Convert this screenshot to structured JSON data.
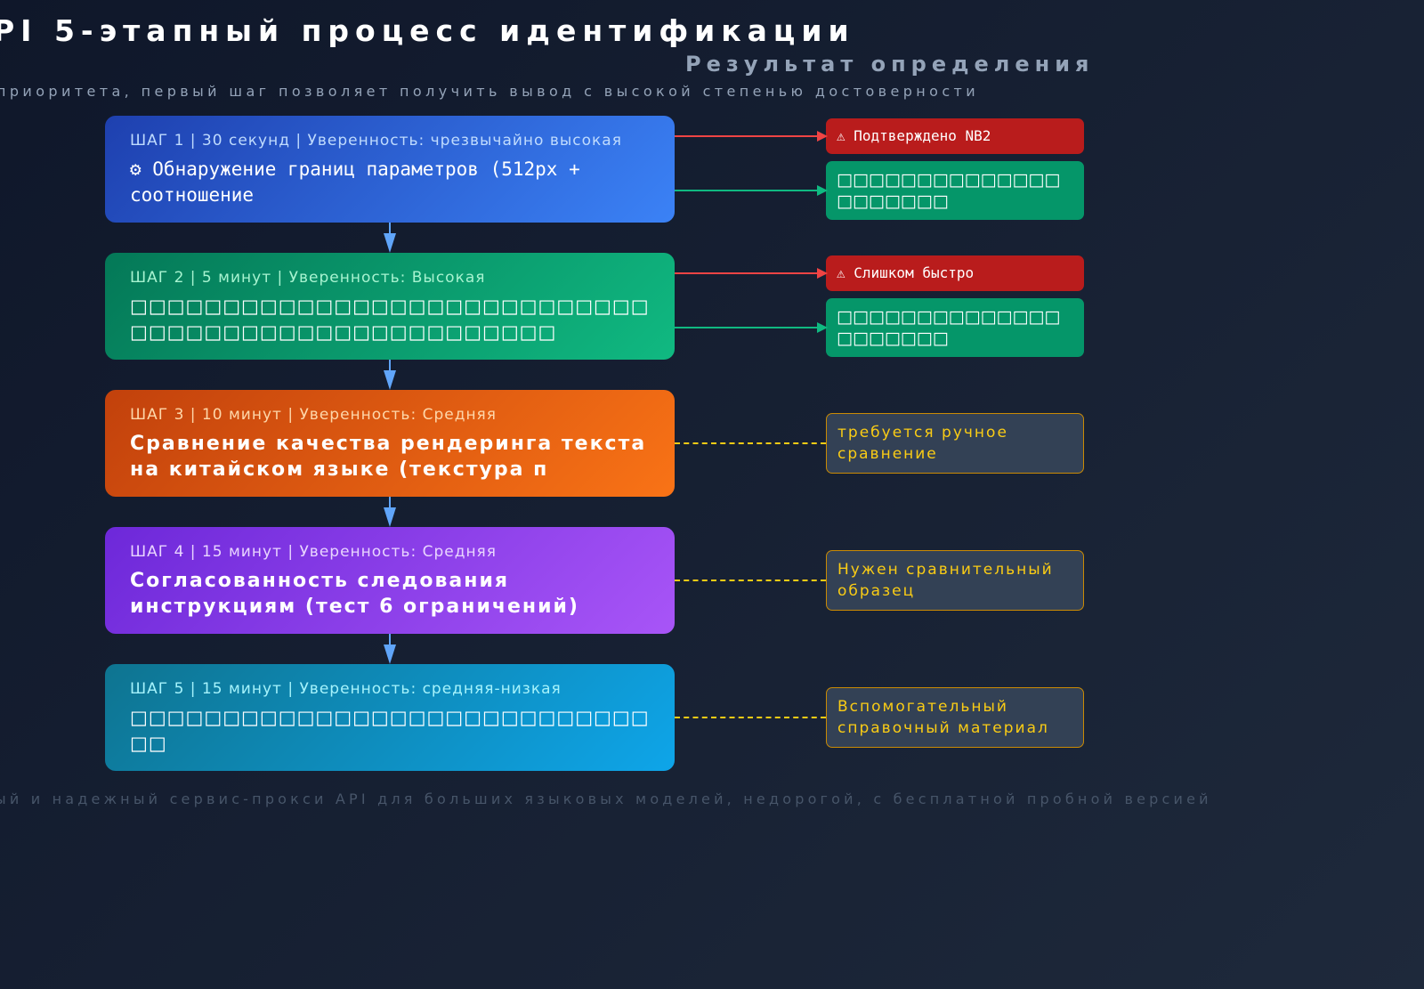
{
  "header": {
    "title": "PI 5-этапный процесс идентификации",
    "title_overlay": "Результат определения",
    "subtitle": "приоритета, первый шаг позволяет получить вывод с высокой степенью достоверности"
  },
  "steps": [
    {
      "meta": "ШАГ 1 | 30 секунд | Уверенность: чрезвычайно высокая",
      "desc": "⚙ Обнаружение границ параметров (512px + соотношение",
      "color": "#2563eb"
    },
    {
      "meta": "ШАГ 2 | 5 минут | Уверенность: Высокая",
      "desc": "□□□□□□□□□□□□□□□□□□□□□□□□□□□□□□□□□□□□□□□□□□□□□□□□□□□",
      "color": "#059669"
    },
    {
      "meta": "ШАГ 3 | 10 минут | Уверенность: Средняя",
      "desc": "Сравнение качества рендеринга текста на китайском языке (текстура п",
      "color": "#ea580c"
    },
    {
      "meta": "ШАГ 4 | 15 минут | Уверенность: Средняя",
      "desc": "Согласованность следования инструкциям (тест 6 ограничений)",
      "color": "#7c3aed"
    },
    {
      "meta": "ШАГ 5 | 15 минут | Уверенность: средняя-низкая",
      "desc": "□□□□□□□□□□□□□□□□□□□□□□□□□□□□□□",
      "color": "#0891b2"
    }
  ],
  "results": {
    "r1_warn": "⚠ Подтверждено NB2",
    "r1_ok": "□□□□□□□□□□□□□□□□□□□□□",
    "r2_warn": "⚠ Слишком быстро",
    "r2_ok": "□□□□□□□□□□□□□□□□□□□□□",
    "r3": "требуется ручное сравнение",
    "r4": "Нужен сравнительный образец",
    "r5": "Вспомогательный справочный материал"
  },
  "footer": "ый и надежный сервис-прокси API для больших языковых моделей, недорогой, с бесплатной пробной версией",
  "colors": {
    "warn": "#b91c1c",
    "ok": "#059669",
    "note": "#facc15",
    "arrow": "#60a5fa"
  }
}
